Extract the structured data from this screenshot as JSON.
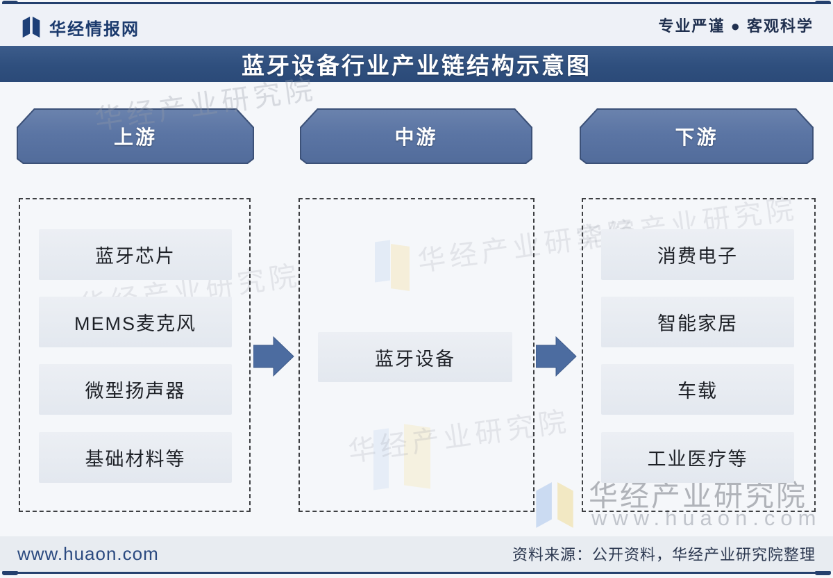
{
  "header": {
    "logo_text": "华经情报网",
    "slogan": "专业严谨 ● 客观科学"
  },
  "title": "蓝牙设备行业产业链结构示意图",
  "chain": {
    "upstream": {
      "label": "上游",
      "items": [
        "蓝牙芯片",
        "MEMS麦克风",
        "微型扬声器",
        "基础材料等"
      ]
    },
    "midstream": {
      "label": "中游",
      "items": [
        "蓝牙设备"
      ]
    },
    "downstream": {
      "label": "下游",
      "items": [
        "消费电子",
        "智能家居",
        "车载",
        "工业医疗等"
      ]
    }
  },
  "watermark": {
    "site_name": "华经产业研究院",
    "url": "www.huaon.com"
  },
  "footer": {
    "website": "www.huaon.com",
    "source": "资料来源：公开资料，华经产业研究院整理"
  },
  "colors": {
    "accent_navy": "#24406e",
    "title_bar_blue": "#2f4f7e",
    "tab_blue": "#5b75a4",
    "arrow_blue": "#4c6ca0",
    "item_bg": "#e6eaf0",
    "dashed_border": "#3d3f42",
    "footer_band": "#e8ecf1"
  }
}
